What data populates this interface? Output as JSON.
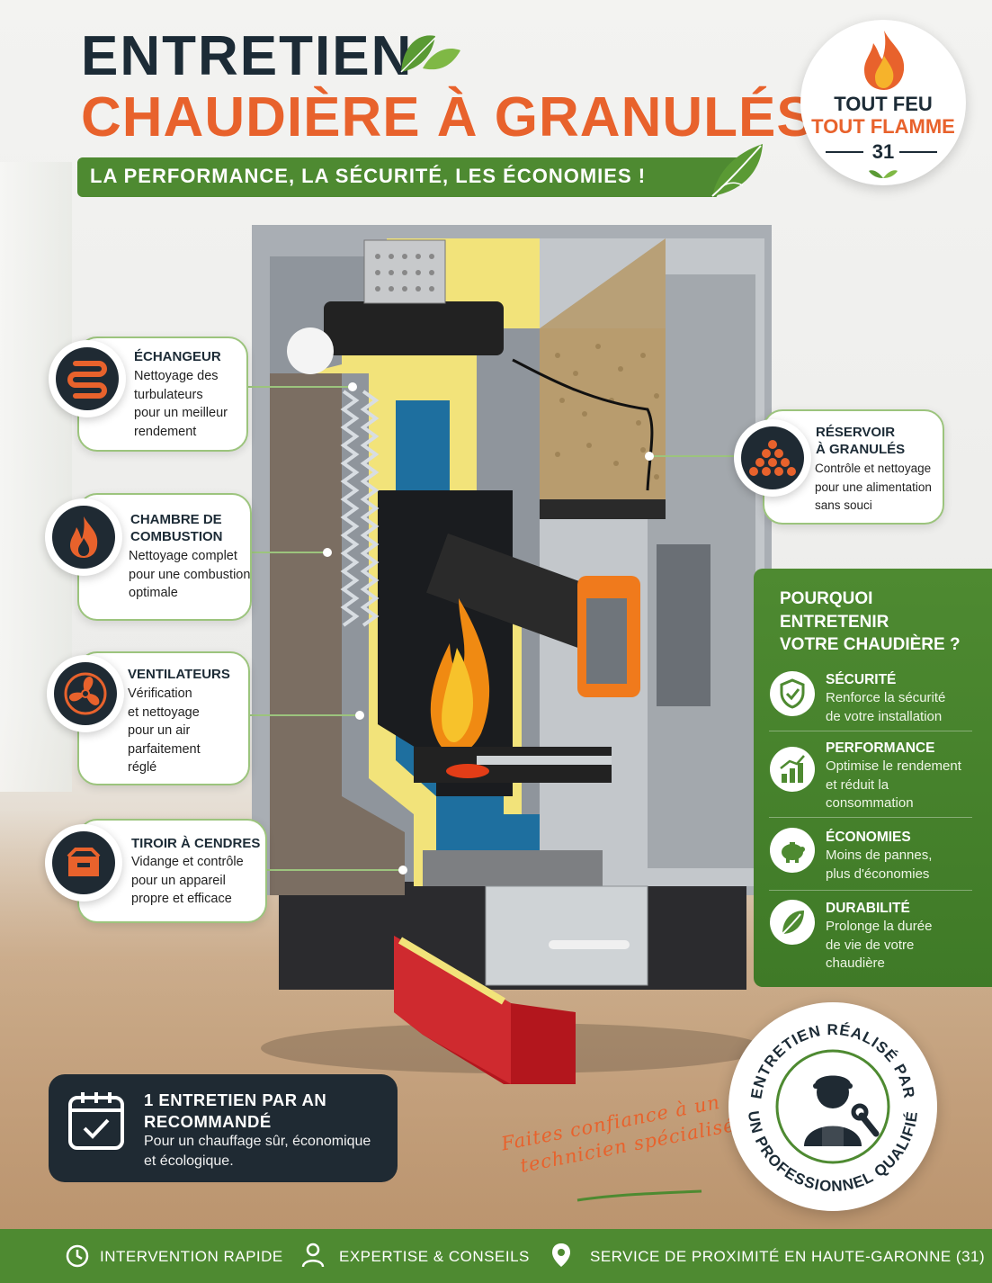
{
  "header": {
    "title_line1": "ENTRETIEN",
    "title_line2": "CHAUDIÈRE À GRANULÉS",
    "banner": "LA PERFORMANCE, LA SÉCURITÉ, LES ÉCONOMIES !"
  },
  "logo": {
    "line1": "TOUT FEU",
    "line2": "TOUT FLAMME",
    "line3": "31"
  },
  "callouts": [
    {
      "title": "ÉCHANGEUR",
      "body": [
        "Nettoyage des",
        "turbulateurs",
        "pour un meilleur",
        "rendement"
      ],
      "icon": "heat-exchanger-icon"
    },
    {
      "title": [
        "CHAMBRE DE",
        "COMBUSTION"
      ],
      "body": [
        "Nettoyage complet",
        "pour une combustion",
        "optimale"
      ],
      "icon": "flame-icon"
    },
    {
      "title": "VENTILATEURS",
      "body": [
        "Vérification",
        "et nettoyage",
        "pour un air",
        "parfaitement",
        "réglé"
      ],
      "icon": "fan-icon"
    },
    {
      "title": "TIROIR À CENDRES",
      "body": [
        "Vidange et contrôle",
        "pour un appareil",
        "propre et efficace"
      ],
      "icon": "ash-drawer-icon"
    },
    {
      "title": [
        "RÉSERVOIR",
        "À GRANULÉS"
      ],
      "body": [
        "Contrôle et nettoyage",
        "pour une alimentation",
        "sans souci"
      ],
      "icon": "pellets-icon"
    }
  ],
  "panel": {
    "title": [
      "POURQUOI",
      "ENTRETENIR",
      "VOTRE CHAUDIÈRE ?"
    ],
    "items": [
      {
        "title": "SÉCURITÉ",
        "body": [
          "Renforce la sécurité",
          "de votre installation"
        ],
        "icon": "shield-check-icon"
      },
      {
        "title": "PERFORMANCE",
        "body": [
          "Optimise le rendement",
          "et réduit la",
          "consommation"
        ],
        "icon": "bar-chart-icon"
      },
      {
        "title": "ÉCONOMIES",
        "body": [
          "Moins de pannes,",
          "plus d'économies"
        ],
        "icon": "piggy-bank-icon"
      },
      {
        "title": "DURABILITÉ",
        "body": [
          "Prolonge la durée",
          "de vie de votre",
          "chaudière"
        ],
        "icon": "leaf-icon"
      }
    ]
  },
  "recommendation": {
    "title": [
      "1 ENTRETIEN PAR AN",
      "RECOMMANDÉ"
    ],
    "body": [
      "Pour un chauffage sûr, économique",
      "et écologique."
    ],
    "icon": "calendar-check-icon"
  },
  "slogan": [
    "Faites confiance à un",
    "technicien spécialisé !"
  ],
  "badge": {
    "top_text": "ENTRETIEN RÉALISÉ PAR",
    "bottom_text": "UN PROFESSIONNEL QUALIFIÉ",
    "icon": "technician-icon"
  },
  "footer": [
    {
      "label": "INTERVENTION RAPIDE",
      "icon": "clock-icon"
    },
    {
      "label": "EXPERTISE & CONSEILS",
      "icon": "user-icon"
    },
    {
      "label": "SERVICE DE PROXIMITÉ EN HAUTE-GARONNE (31)",
      "icon": "location-pin-icon"
    }
  ],
  "colors": {
    "orange": "#e8622c",
    "green": "#4e8a31",
    "navy": "#1c2b36",
    "insulation_yellow": "#f2e37a",
    "water_blue": "#1e6f9f",
    "drawer_red": "#b3161d"
  }
}
